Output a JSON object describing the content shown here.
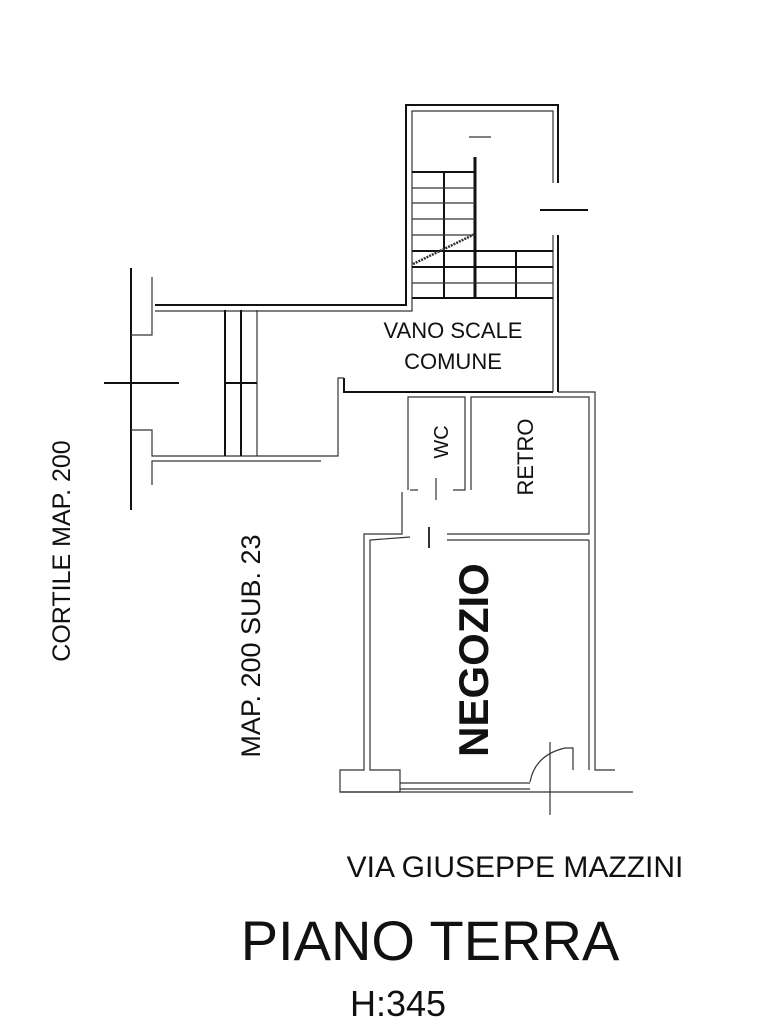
{
  "rooms": {
    "stair_hall_line1": "VANO SCALE",
    "stair_hall_line2": "COMUNE",
    "wc": "WC",
    "back_room": "RETRO",
    "shop": "NEGOZIO"
  },
  "neighbors": {
    "courtyard": "CORTILE MAP. 200",
    "adjacent_unit": "MAP. 200 SUB. 23"
  },
  "street": "VIA GIUSEPPE MAZZINI",
  "floor_title": "PIANO TERRA",
  "height": "H:345"
}
